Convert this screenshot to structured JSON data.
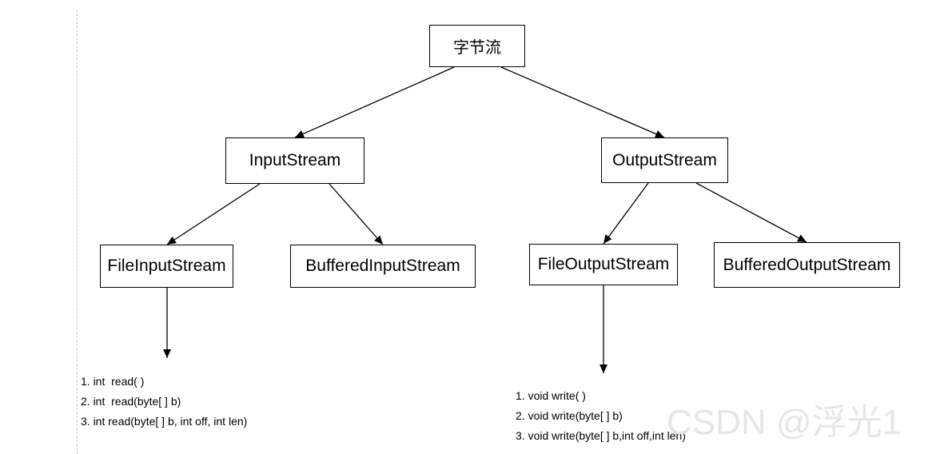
{
  "diagram": {
    "root": {
      "label": "字节流"
    },
    "branches": [
      {
        "label": "InputStream",
        "children": [
          {
            "label": "FileInputStream"
          },
          {
            "label": "BufferedInputStream"
          }
        ],
        "methods": [
          "1. int  read( )",
          "2. int  read(byte[ ] b)",
          "3. int read(byte[ ] b, int off, int len)"
        ]
      },
      {
        "label": "OutputStream",
        "children": [
          {
            "label": "FileOutputStream"
          },
          {
            "label": "BufferedOutputStream"
          }
        ],
        "methods": [
          "1. void write( )",
          "2. void write(byte[ ] b)",
          "3. void write(byte[ ] b,int off,int len)"
        ]
      }
    ]
  },
  "watermark": {
    "text": "CSDN @浮光1"
  },
  "colors": {
    "line": "#000000",
    "guide": "#c8c8c8",
    "watermark": "#e6e6e6"
  }
}
